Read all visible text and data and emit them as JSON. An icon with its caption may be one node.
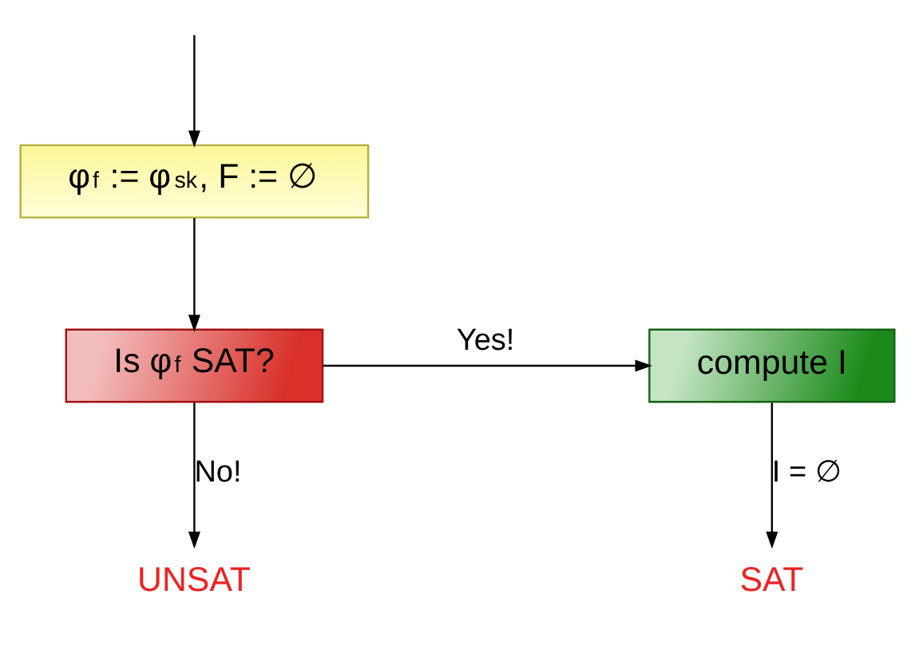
{
  "diagram": {
    "nodes": [
      {
        "text": [
          "φ$_{f}$ := φ$_{sk}$, F := ∅"
        ]
      },
      {
        "text": [
          "Is φ$_{f}$ SAT?"
        ]
      },
      {
        "text": [
          "compute I"
        ]
      },
      {
        "text": [
          "UNSAT"
        ]
      },
      {
        "text": [
          "SAT"
        ]
      }
    ],
    "edges": [
      {
        "from": null,
        "to": 0,
        "arrow": "to"
      },
      {
        "from": 0,
        "to": 1,
        "arrow": "to"
      },
      {
        "from": 1,
        "to": 2,
        "arrow": "to",
        "label": "Yes!"
      },
      {
        "from": 1,
        "to": 3,
        "arrow": "to",
        "label": "No!"
      },
      {
        "from": 2,
        "to": 4,
        "arrow": "to",
        "label": "I = ∅"
      }
    ]
  }
}
